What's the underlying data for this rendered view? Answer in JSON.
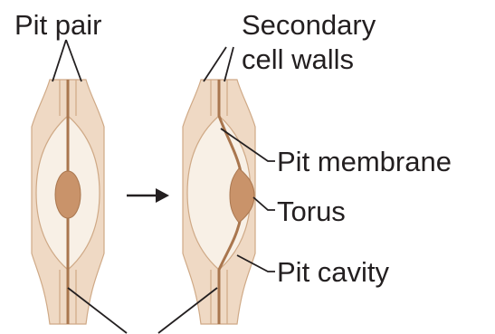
{
  "labels": {
    "pit_pair": "Pit pair",
    "secondary_cell_walls_line1": "Secondary",
    "secondary_cell_walls_line2": "cell walls",
    "pit_membrane": "Pit membrane",
    "torus": "Torus",
    "pit_cavity": "Pit cavity"
  },
  "colors": {
    "wall_fill": "#efd9c4",
    "wall_outline": "#cfa986",
    "cavity_fill": "#f8f0e6",
    "torus_fill": "#c9936a",
    "membrane_line": "#a9764e",
    "leader_line": "#231f20",
    "text": "#231f20"
  }
}
